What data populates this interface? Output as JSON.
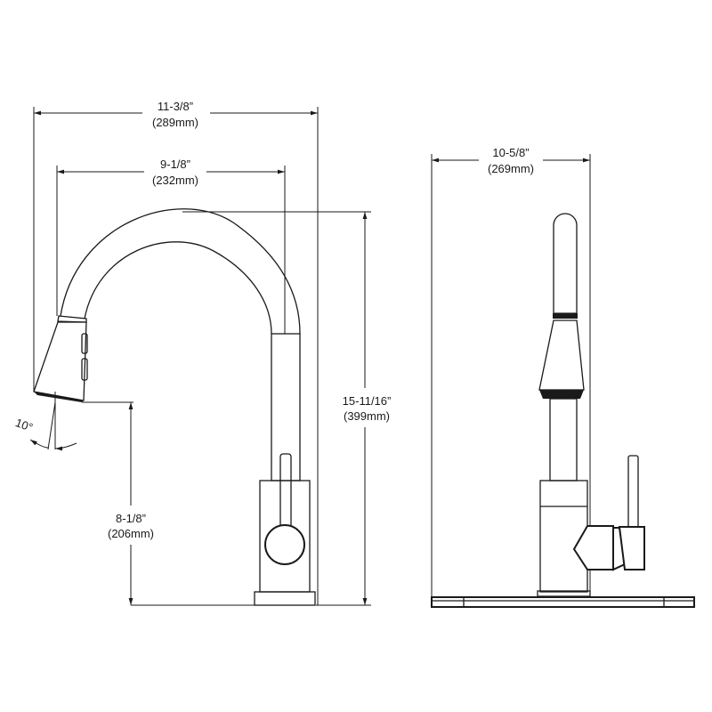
{
  "side_view": {
    "overall_width": {
      "imperial": "11-3/8”",
      "metric": "(289mm)"
    },
    "spout_reach": {
      "imperial": "9-1/8”",
      "metric": "(232mm)"
    },
    "overall_height": {
      "imperial": "15-11/16”",
      "metric": "(399mm)"
    },
    "spout_clearance": {
      "imperial": "8-1/8”",
      "metric": "(206mm)"
    },
    "spray_angle": "10°"
  },
  "front_view": {
    "deck_width": {
      "imperial": "10-5/8”",
      "metric": "(269mm)"
    }
  }
}
